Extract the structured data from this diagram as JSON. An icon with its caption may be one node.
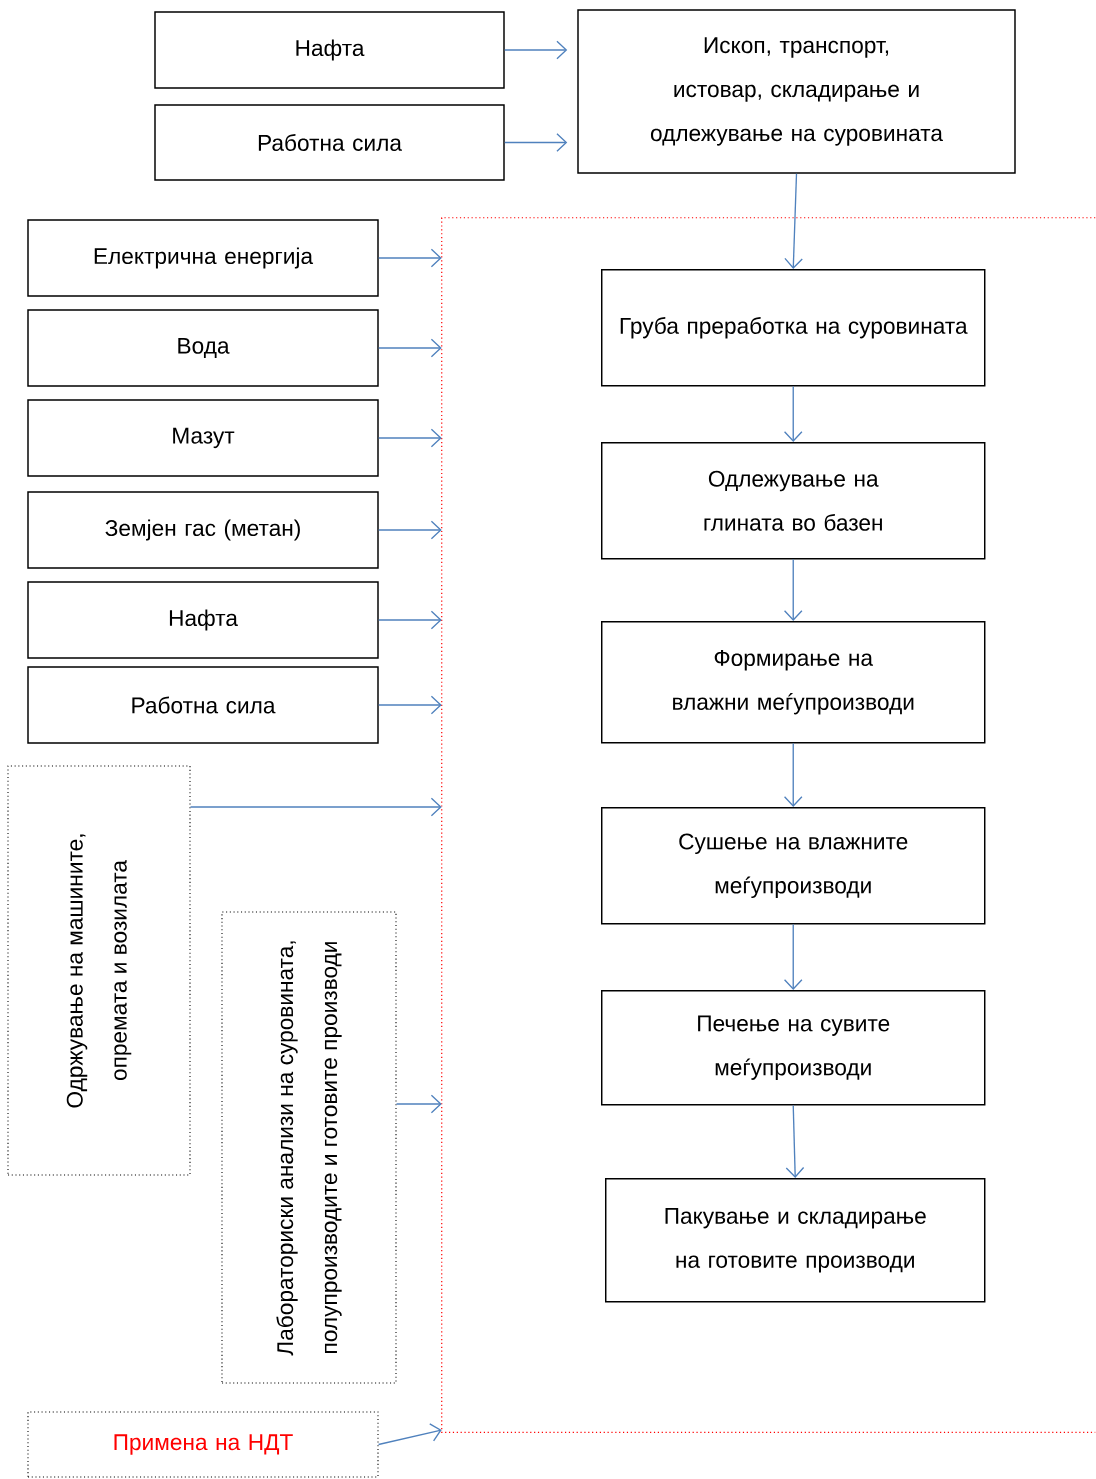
{
  "diagram": {
    "nodes": [
      {
        "text": [
          "Нафта"
        ]
      },
      {
        "text": [
          "Работна сила"
        ]
      },
      {
        "text": [
          "Ископ, транспорт, истовар, складирање и одлежување на суровината"
        ]
      },
      {
        "text": [
          "Електрична енергија"
        ]
      },
      {
        "text": [
          "Вода"
        ]
      },
      {
        "text": [
          "Мазут"
        ]
      },
      {
        "text": [
          "Земјен гас (метан)"
        ]
      },
      {
        "text": [
          "Нафта"
        ]
      },
      {
        "text": [
          "Работна сила"
        ]
      },
      {
        "text": [
          "Одржување на машините, опремата и возилата"
        ]
      },
      {
        "text": [
          "Лабораториски анализи на суровината, полупроизводите и готовите производи"
        ]
      },
      {
        "text": [
          "Примена на НДТ"
        ]
      },
      {
        "text": [],
        "shape": "box"
      },
      {
        "text": [
          "Груба преработка на суровината"
        ],
        "in": 12
      },
      {
        "text": [
          "Одлежување на глината во базен"
        ],
        "in": 12
      },
      {
        "text": [
          "Формирање на влажни меѓупроизводи"
        ],
        "in": 12
      },
      {
        "text": [
          "Сушење на влажните меѓупроизводи"
        ],
        "in": 12
      },
      {
        "text": [
          "Печење на сувите меѓупроизводи"
        ],
        "in": 12
      },
      {
        "text": [
          "Пакување и складирање на готовите производи"
        ],
        "in": 12
      }
    ],
    "edges": [
      {
        "from": 0,
        "to": 2,
        "arrow": "to"
      },
      {
        "from": 1,
        "to": 2,
        "arrow": "to"
      },
      {
        "from": 2,
        "to": 13,
        "arrow": "to"
      },
      {
        "from": 3,
        "to": 12,
        "arrow": "to"
      },
      {
        "from": 4,
        "to": 12,
        "arrow": "to"
      },
      {
        "from": 5,
        "to": 12,
        "arrow": "to"
      },
      {
        "from": 6,
        "to": 12,
        "arrow": "to"
      },
      {
        "from": 7,
        "to": 12,
        "arrow": "to"
      },
      {
        "from": 8,
        "to": 12,
        "arrow": "to"
      },
      {
        "from": 9,
        "to": 12,
        "arrow": "to"
      },
      {
        "from": 10,
        "to": 12,
        "arrow": "to"
      },
      {
        "from": 11,
        "to": 12,
        "arrow": "to"
      },
      {
        "from": 13,
        "to": 14,
        "arrow": "to"
      },
      {
        "from": 14,
        "to": 15,
        "arrow": "to"
      },
      {
        "from": 15,
        "to": 16,
        "arrow": "to"
      },
      {
        "from": 16,
        "to": 17,
        "arrow": "to"
      },
      {
        "from": 17,
        "to": 18,
        "arrow": "to"
      }
    ]
  }
}
